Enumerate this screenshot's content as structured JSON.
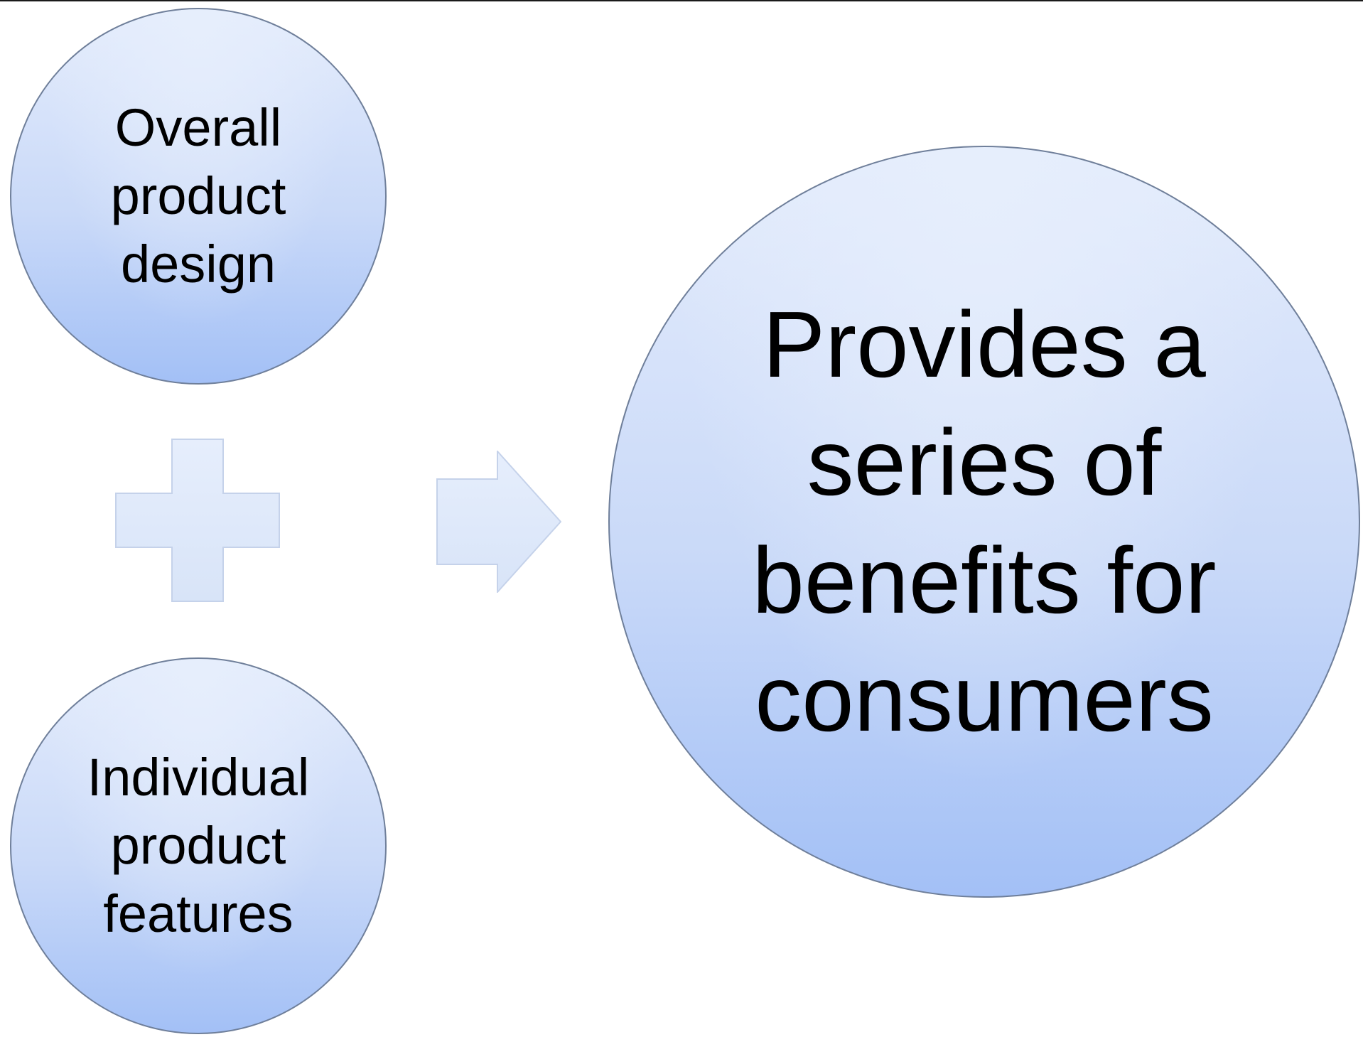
{
  "diagram": {
    "input_top": {
      "label": "Overall\nproduct\ndesign"
    },
    "input_bottom": {
      "label": "Individual\nproduct\nfeatures"
    },
    "operator_icon": "plus-icon",
    "connector_icon": "arrow-right-icon",
    "result": {
      "label": "Provides a\nseries of\nbenefits for\nconsumers"
    },
    "colors": {
      "circle_fill_top": "#e4ecfc",
      "circle_fill_bottom": "#a3c0f6",
      "circle_stroke": "#6f7f9a",
      "shape_fill": "#e2ebfb",
      "shape_stroke": "#c5d2ea"
    }
  }
}
